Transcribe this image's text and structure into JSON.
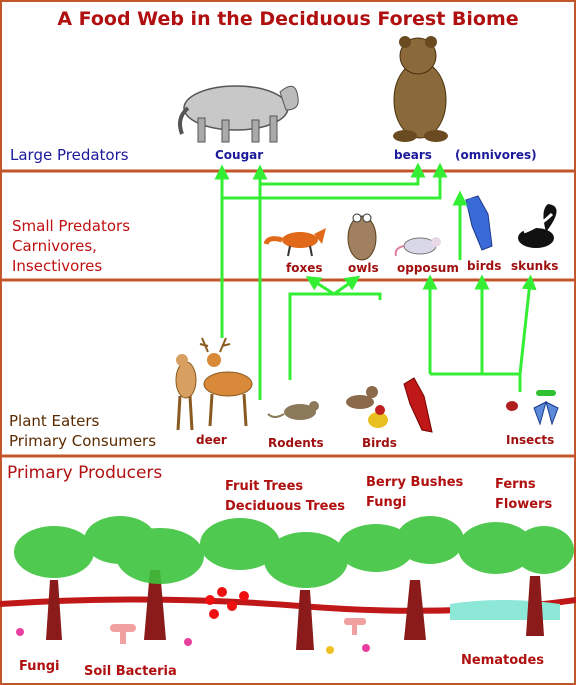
{
  "title": "A Food Web in the Deciduous Forest Biome",
  "tiers": {
    "large_predators": "Large Predators",
    "small_predators": [
      "Small Predators",
      "Carnivores,",
      "Insectivores"
    ],
    "plant_eaters": [
      "Plant Eaters",
      "Primary Consumers"
    ],
    "primary_producers": "Primary Producers"
  },
  "animals": {
    "cougar": "Cougar",
    "bears": "bears",
    "omnivores_note": "(omnivores)",
    "foxes": "foxes",
    "owls": "owls",
    "opposum": "opposum",
    "birds_small": "birds",
    "skunks": "skunks",
    "deer": "deer",
    "rodents": "Rodents",
    "birds": "Birds",
    "insects": "Insects"
  },
  "producers": {
    "trees": [
      "Fruit Trees",
      "Deciduous Trees"
    ],
    "bushes": [
      "Berry Bushes",
      "Fungi"
    ],
    "ferns": [
      "Ferns",
      "Flowers"
    ],
    "fungi": "Fungi",
    "soil_bacteria": "Soil Bacteria",
    "nematodes": "Nematodes"
  },
  "colors": {
    "title": "#b01010",
    "divider": "#c0562a",
    "arrow": "#33ee33",
    "tree_trunk": "#8b1a1a",
    "foliage": "#3cc43c"
  }
}
